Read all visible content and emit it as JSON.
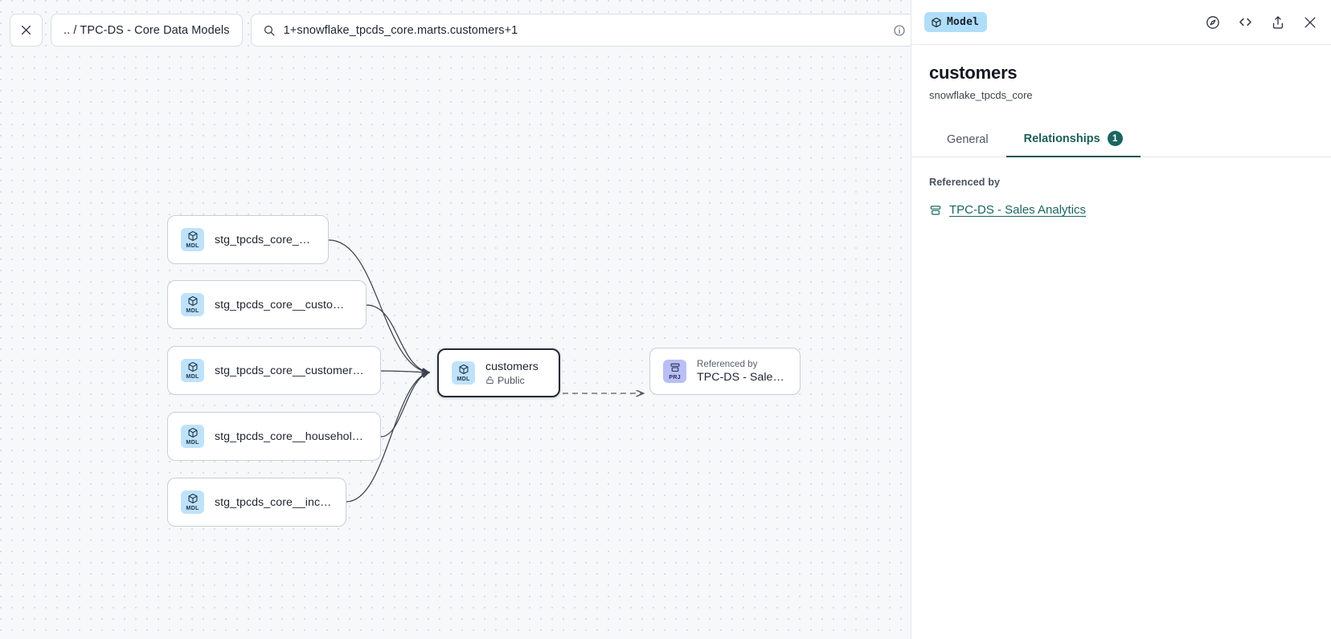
{
  "toolbar": {
    "close_icon": "close-icon",
    "breadcrumb": ".. / TPC-DS - Core Data Models",
    "search_icon": "search-icon",
    "search_value": "1+snowflake_tpcds_core.marts.customers+1",
    "info_icon": "info-circle-icon",
    "refresh_icon": "refresh-icon"
  },
  "graph": {
    "upstream_nodes": [
      {
        "badge": "MDL",
        "label": "stg_tpcds_core__customer"
      },
      {
        "badge": "MDL",
        "label": "stg_tpcds_core__customer_address"
      },
      {
        "badge": "MDL",
        "label": "stg_tpcds_core__customer_demogra…"
      },
      {
        "badge": "MDL",
        "label": "stg_tpcds_core__household_demogr…"
      },
      {
        "badge": "MDL",
        "label": "stg_tpcds_core__income_band"
      }
    ],
    "selected_node": {
      "badge": "MDL",
      "label": "customers",
      "access_icon": "lock-icon",
      "access": "Public"
    },
    "downstream_node": {
      "badge": "PRJ",
      "eyebrow": "Referenced by",
      "label": "TPC-DS - Sales Analytics"
    }
  },
  "panel": {
    "type_chip_icon": "cube-icon",
    "type_chip": "Model",
    "actions": [
      {
        "icon": "compass-icon",
        "name": "explore-icon"
      },
      {
        "icon": "code-icon",
        "name": "code-icon"
      },
      {
        "icon": "share-icon",
        "name": "share-icon"
      },
      {
        "icon": "close-icon",
        "name": "panel-close-icon"
      }
    ],
    "title": "customers",
    "subtitle": "snowflake_tpcds_core",
    "tabs": [
      {
        "label": "General",
        "count": "",
        "active": false
      },
      {
        "label": "Relationships",
        "count": "1",
        "active": true
      }
    ],
    "section_label": "Referenced by",
    "references": [
      {
        "icon": "project-icon",
        "label": "TPC-DS - Sales Analytics"
      }
    ]
  },
  "colors": {
    "canvas_bg": "#f7f8fa",
    "dot": "#dcdfe6",
    "mdl_badge": "#bfe2fb",
    "prj_badge": "#b9bff4",
    "chip_bg": "#b0def8",
    "accent_teal": "#1b6560",
    "node_border": "#c9ced8",
    "selected_border": "#242a35"
  }
}
